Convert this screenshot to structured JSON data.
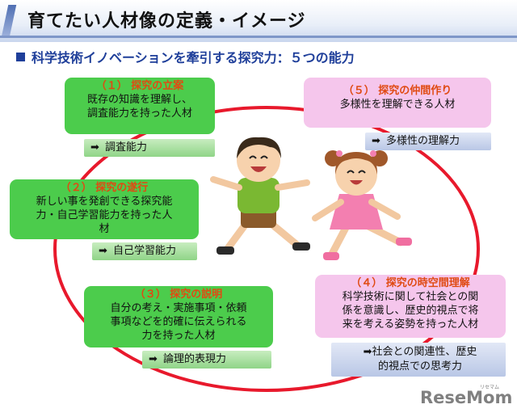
{
  "title": "育てたい人材像の定義・イメージ",
  "subtitle": "科学技術イノベーションを牽引する探究力：５つの能力",
  "items": [
    {
      "heading": "（１） 探究の立案",
      "body": [
        "既存の知識を理解し、",
        "調査能力を持った人材"
      ],
      "tag": "調査能力"
    },
    {
      "heading": "（２） 探究の遂行",
      "body": [
        "新しい事を発創できる探究能",
        "力・自己学習能力を持った人",
        "材"
      ],
      "tag": "自己学習能力"
    },
    {
      "heading": "（３） 探究の説明",
      "body": [
        "自分の考え・実施事項・依頼",
        "事項などを的確に伝えられる",
        "力を持った人材"
      ],
      "tag": "論理的表現力"
    },
    {
      "heading": "（４） 探究の時空間理解",
      "body": [
        "科学技術に関して社会との関",
        "係を意識し、歴史的視点で将",
        "来を考える姿勢を持った人材"
      ],
      "tag": [
        "社会との関連性、歴史",
        "的視点での思考力"
      ]
    },
    {
      "heading": "（５） 探究の仲間作り",
      "body": [
        "多様性を理解できる人材"
      ],
      "tag": "多様性の理解力"
    }
  ],
  "logo": {
    "text": "ReseMom",
    "kana": "リセマム"
  },
  "colors": {
    "green_box": "#4ccc4c",
    "pink_box": "#f5c6ec",
    "heading_orange": "#e04a12",
    "ring_red": "#e8192c",
    "subtitle_blue": "#1f3f9a"
  },
  "icons": [
    "arrow-right-icon",
    "children-illustration"
  ]
}
